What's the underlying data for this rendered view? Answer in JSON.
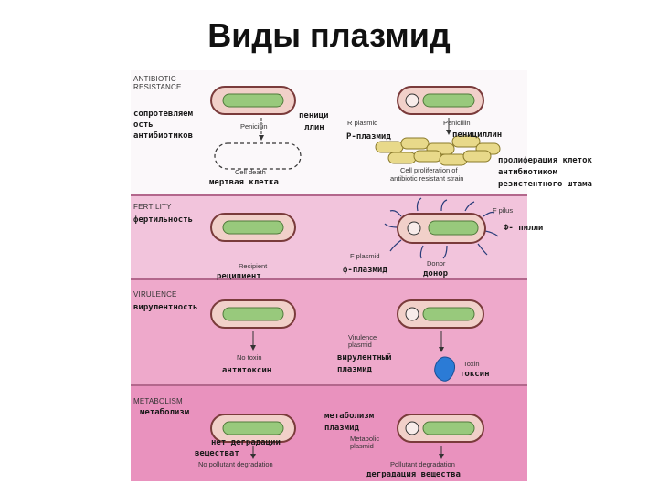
{
  "title": "Виды плазмид",
  "panels": {
    "antibiotic": {
      "heading": [
        "ANTIBIOTIC",
        "RESISTANCE"
      ],
      "ru_resist": [
        "сопротевляем",
        "ость",
        "антибиотиков"
      ],
      "penicillin_left": "Penicillin",
      "ru_penic_top": "пеници",
      "ru_penic_bottom": "ллин",
      "cell_death": "Cell death",
      "ru_death": "мертвая клетка",
      "r_plasmid": "R plasmid",
      "ru_r_plasmid": "Р-плазмид",
      "penicillin_right": "Penicillin",
      "ru_penic_right": "пенициллин",
      "cell_prolif": [
        "Cell proliferation of",
        "antibiotic resistant strain"
      ],
      "ru_prolif": [
        "пролиферация клеток",
        "антибиотиком",
        "резистентного штама"
      ]
    },
    "fertility": {
      "heading": "FERTILITY",
      "ru_heading": "фертильность",
      "f_pilus": "F pilus",
      "ru_pilus": "Ф- пилли",
      "recipient": "Recipient",
      "ru_recipient": "реципиент",
      "f_plasmid": "F plasmid",
      "ru_f_plasmid": "ф-плазмид",
      "donor": "Donor",
      "ru_donor": "донор"
    },
    "virulence": {
      "heading": "VIRULENCE",
      "ru_heading": "вирулентность",
      "no_toxin": "No toxin",
      "ru_no_toxin": "антитоксин",
      "vir_plasmid": [
        "Virulence",
        "plasmid"
      ],
      "ru_vir_plasmid": [
        "вирулентный",
        "плазмид"
      ],
      "toxin": "Toxin",
      "ru_toxin": "токсин"
    },
    "metabolism": {
      "heading": "METABOLISM",
      "ru_heading": "метаболизм",
      "ru_meta_plasmid": [
        "метаболизм",
        "плазмид"
      ],
      "meta_plasmid": [
        "Metabolic",
        "plasmid"
      ],
      "ru_no_degr": [
        "нет деградации",
        "веществат"
      ],
      "no_degr": "No pollutant degradation",
      "pollutant": "Pollutant degradation",
      "ru_degr": "деградация вещества"
    }
  },
  "colors": {
    "cell_fill": "#f1d0c9",
    "cell_outline": "#7a3b3b",
    "nucleoid": "#98c97c",
    "toxin": "#2b7bd6"
  }
}
